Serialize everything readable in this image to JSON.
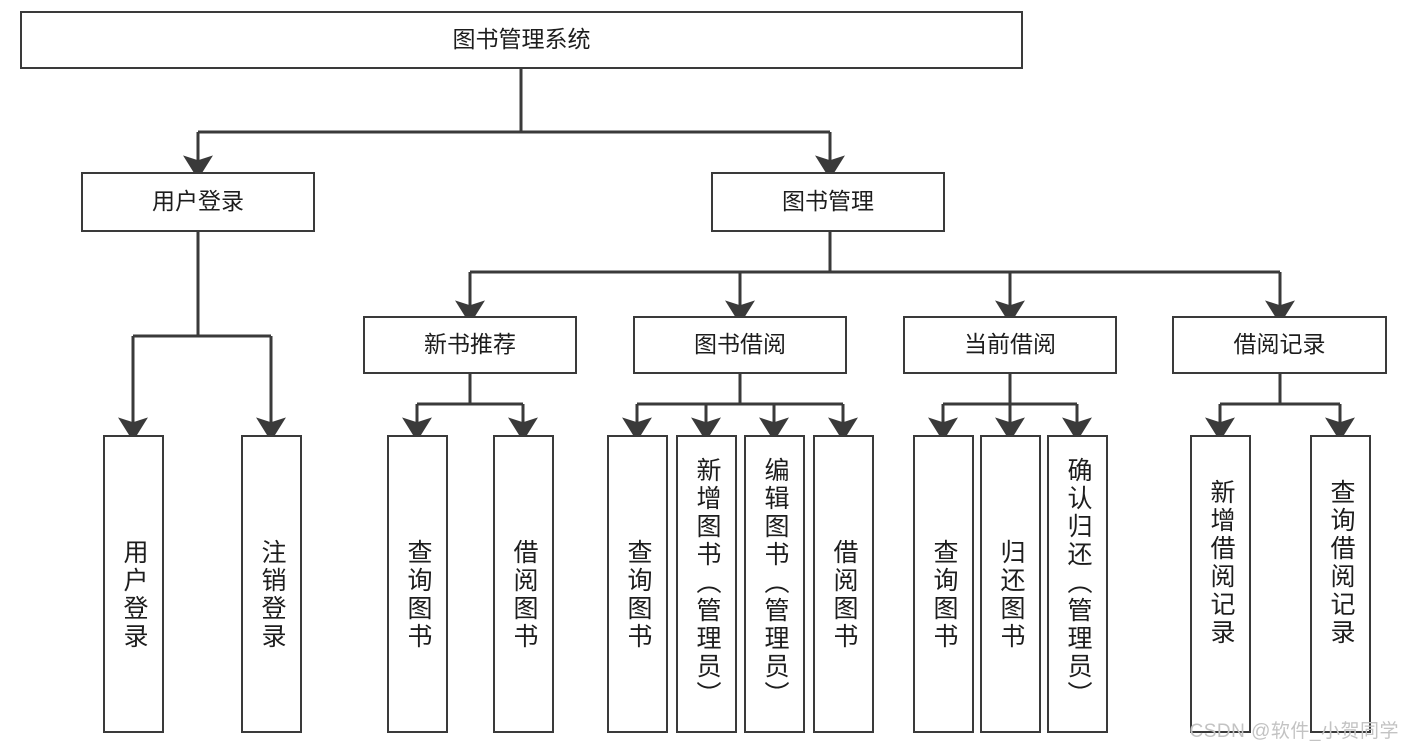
{
  "diagram": {
    "type": "tree-hierarchy",
    "title": "图书管理系统",
    "watermark": "CSDN @软件_小贺同学",
    "colors": {
      "box_border": "#3a3a3a",
      "box_fill": "#ffffff",
      "edge": "#3a3a3a",
      "text": "#1d1d1d",
      "watermark": "#c3c3c3",
      "background": "#ffffff"
    },
    "root": {
      "label": "图书管理系统"
    },
    "level2": [
      {
        "label": "用户登录"
      },
      {
        "label": "图书管理"
      }
    ],
    "level3": [
      {
        "label": "新书推荐"
      },
      {
        "label": "图书借阅"
      },
      {
        "label": "当前借阅"
      },
      {
        "label": "借阅记录"
      }
    ],
    "leaves": {
      "user_login": [
        {
          "label": "用户登录"
        },
        {
          "label": "注销登录"
        }
      ],
      "new_book_recommend": [
        {
          "label": "查询图书"
        },
        {
          "label": "借阅图书"
        }
      ],
      "book_borrow": [
        {
          "label": "查询图书"
        },
        {
          "label": "新增图书（管理员）"
        },
        {
          "label": "编辑图书（管理员）"
        },
        {
          "label": "借阅图书"
        }
      ],
      "current_borrow": [
        {
          "label": "查询图书"
        },
        {
          "label": "归还图书"
        },
        {
          "label": "确认归还（管理员）"
        }
      ],
      "borrow_record": [
        {
          "label": "新增借阅记录"
        },
        {
          "label": "查询借阅记录"
        }
      ]
    }
  }
}
